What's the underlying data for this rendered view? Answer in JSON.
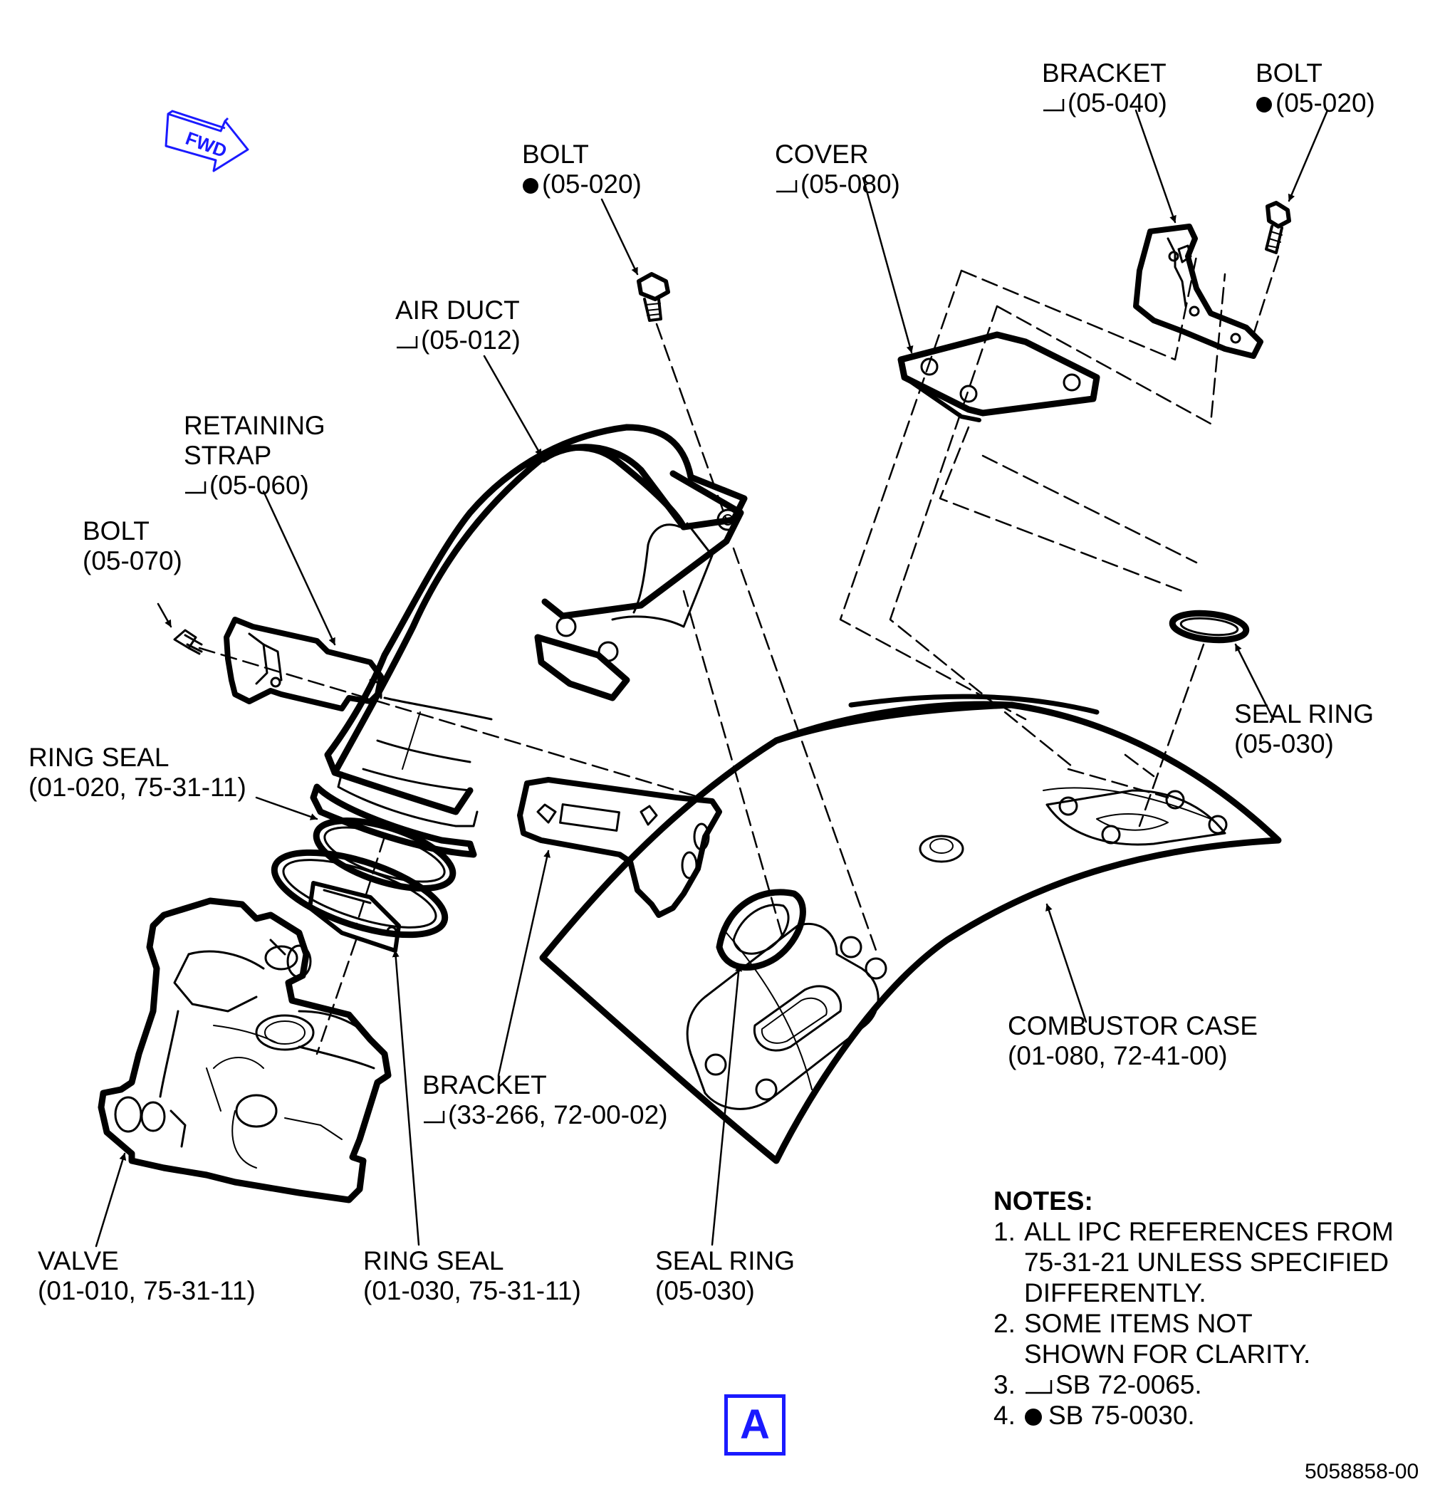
{
  "fwd_label": "FWD",
  "view_label": "A",
  "doc_number": "5058858-00",
  "colors": {
    "accent": "#1a1aff",
    "ink": "#000000"
  },
  "labels": {
    "bracket_top": {
      "line1": "BRACKET",
      "line2": "(05-040)"
    },
    "bolt_top_right": {
      "line1": "BOLT",
      "line2": "(05-020)"
    },
    "bolt_center": {
      "line1": "BOLT",
      "line2": "(05-020)"
    },
    "cover": {
      "line1": "COVER",
      "line2": "(05-080)"
    },
    "air_duct": {
      "line1": "AIR DUCT",
      "line2": "(05-012)"
    },
    "retaining_strap": {
      "line1": "RETAINING",
      "line2": "STRAP",
      "line3": "(05-060)"
    },
    "bolt_left": {
      "line1": "BOLT",
      "line2": "(05-070)"
    },
    "ring_seal_upper": {
      "line1": "RING SEAL",
      "line2": "(01-020, 75-31-11)"
    },
    "seal_ring_right": {
      "line1": "SEAL RING",
      "line2": "(05-030)"
    },
    "combustor_case": {
      "line1": "COMBUSTOR CASE",
      "line2": "(01-080, 72-41-00)"
    },
    "bracket_bottom": {
      "line1": "BRACKET",
      "line2": "(33-266, 72-00-02)"
    },
    "valve": {
      "line1": "VALVE",
      "line2": "(01-010, 75-31-11)"
    },
    "ring_seal_lower": {
      "line1": "RING SEAL",
      "line2": "(01-030, 75-31-11)"
    },
    "seal_ring_bottom": {
      "line1": "SEAL RING",
      "line2": "(05-030)"
    }
  },
  "notes": {
    "heading": "NOTES:",
    "n1_num": "1.",
    "n1_l1": "ALL IPC REFERENCES FROM",
    "n1_l2": "75-31-21 UNLESS SPECIFIED",
    "n1_l3": "DIFFERENTLY.",
    "n2_num": "2.",
    "n2_l1": "SOME ITEMS NOT",
    "n2_l2": "SHOWN FOR CLARITY.",
    "n3_num": "3.",
    "n3_text": "SB 72-0065.",
    "n4_num": "4.",
    "n4_text": "SB 75-0030."
  }
}
